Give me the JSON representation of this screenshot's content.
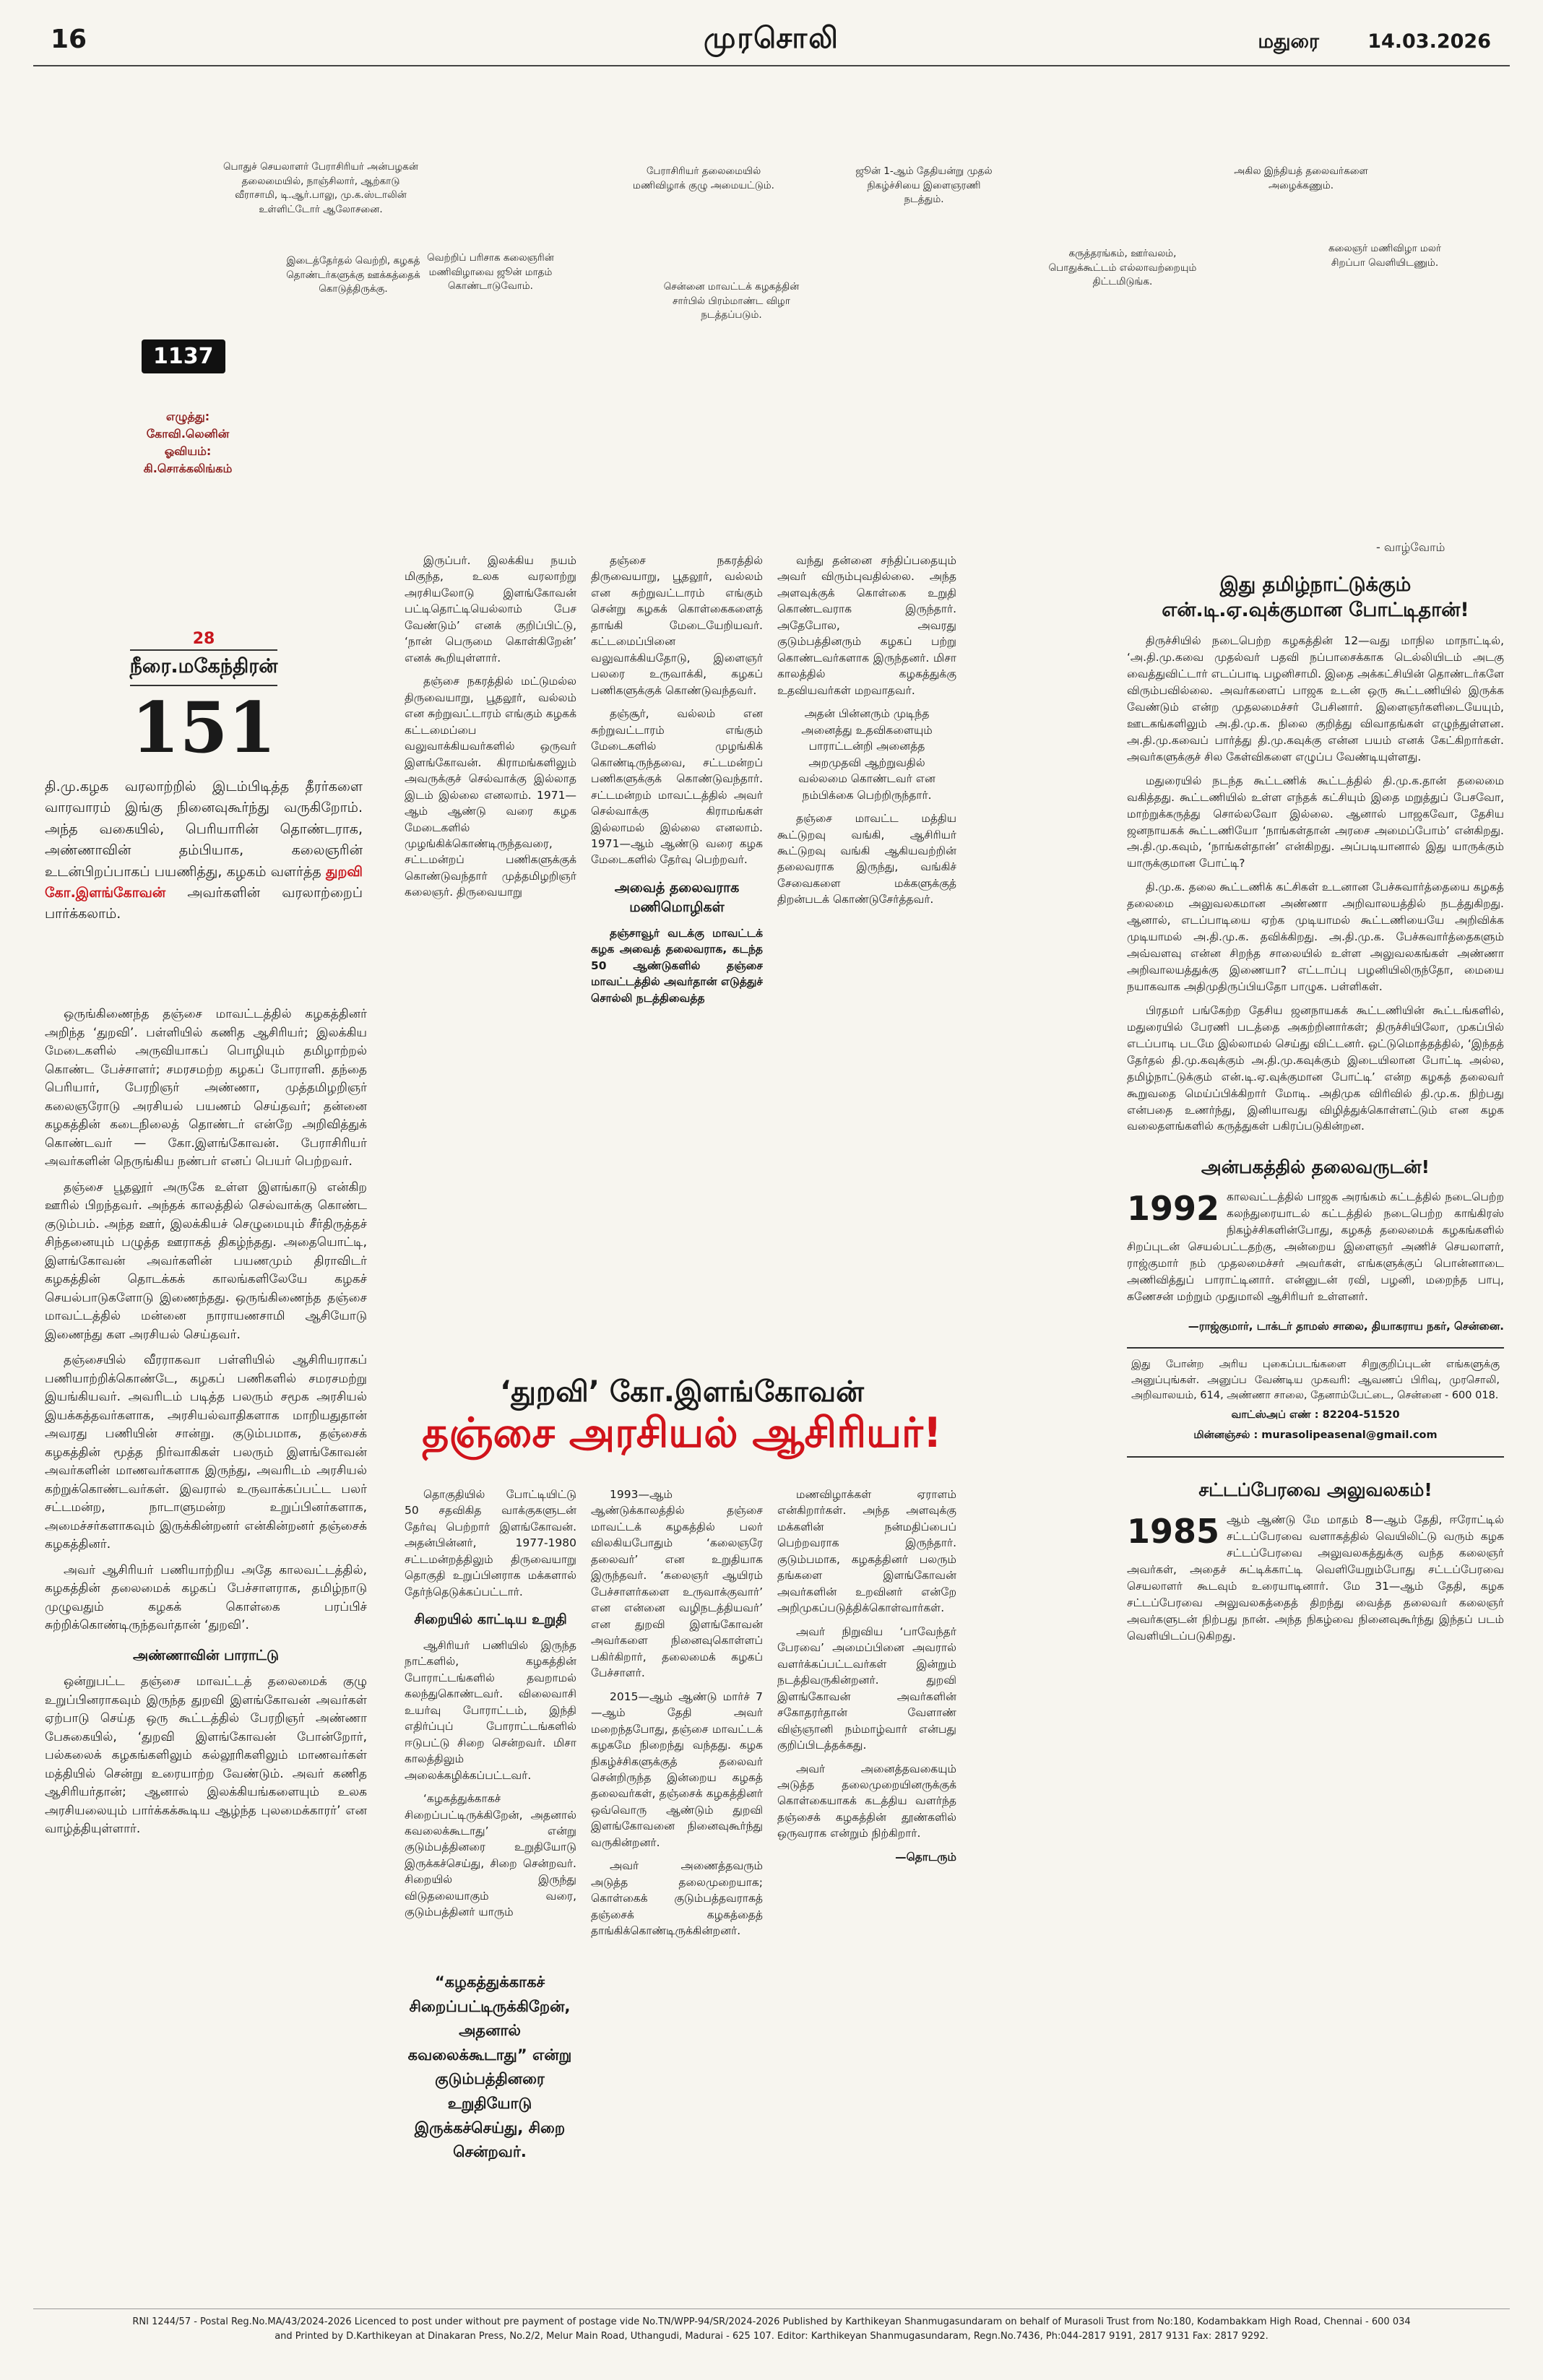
{
  "colors": {
    "accent_red": "#d1131b",
    "maroon": "#8b1d1d",
    "ink": "#1a1a1a"
  },
  "page": {
    "number": "16",
    "paper": "முரசொலி",
    "city": "மதுரை",
    "date": "14.03.2026"
  },
  "comic": {
    "number": "1137",
    "credits": {
      "writer_label": "எழுத்து:",
      "writer": "கோவி.லெனின்",
      "artist_label": "ஓவியம்:",
      "artist": "கி.சொக்கலிங்கம்"
    },
    "signoff": "- வாழ்வோம்",
    "bubbles": [
      "பொதுச் செயலாளர் பேராசிரியர் அன்பழகன் தலைமையில், நாஞ்சிலார், ஆற்காடு வீராசாமி, டி.ஆர்.பாலு, மு.க.ஸ்டாலின் உள்ளிட்டோர் ஆலோசனை.",
      "இடைத்தேர்தல் வெற்றி, கழகத் தொண்டர்களுக்கு ஊக்கத்தைக் கொடுத்திருக்கு.",
      "வெற்றிப் பரிசாக கலைஞரின் மணிவிழாவை ஜூன் மாதம் கொண்டாடுவோம்.",
      "பேராசிரியர் தலைமையில் மணிவிழாக் குழு அமையட்டும்.",
      "சென்னை மாவட்டக் கழகத்தின் சார்பில் பிரம்மாண்ட விழா நடத்தப்படும்.",
      "ஜூன் 1-ஆம் தேதியன்று முதல் நிகழ்ச்சியை இளைஞரணி நடத்தும்.",
      "கருத்தரங்கம், ஊர்வலம், பொதுக்கூட்டம் எல்லாவற்றையும் திட்டமிடுங்க.",
      "அகில இந்தியத் தலைவர்களை அழைக்கணும்.",
      "கலைஞர் மணிவிழா மலர் சிறப்பா வெளியிடணும்."
    ]
  },
  "serial": {
    "episode": "28",
    "author": "நீரை.மகேந்திரன்",
    "number": "151",
    "intro1": "தி.மு.கழக வரலாற்றில் இடம்பிடித்த தீரர்களை வாரவாரம் இங்கு நினைவுகூர்ந்து வருகிறோம். அந்த வகையில், பெரியாரின் தொண்டராக, அண்ணாவின் தம்பியாக, கலைஞரின் உடன்பிறப்பாகப் பயணித்து, கழகம் வளர்த்த ",
    "intro_highlight": "துறவி கோ.இளங்கோவன்",
    "intro2": " அவர்களின் வரலாற்றைப் பார்க்கலாம்."
  },
  "article": {
    "headline_top": "‘துறவி’ கோ.இளங்கோவன்",
    "headline_main": "தஞ்சை அரசியல் ஆசிரியர்!",
    "col1": {
      "paras": [
        "ஒருங்கிணைந்த தஞ்சை மாவட்டத்தில் கழகத்தினர் அறிந்த ‘துறவி’. பள்ளியில் கணித ஆசிரியர்; இலக்கிய மேடைகளில் அருவியாகப் பொழியும் தமிழாற்றல் கொண்ட பேச்சாளர்; சமரசமற்ற கழகப் போராளி. தந்தை பெரியார், பேரறிஞர் அண்ணா, முத்தமிழறிஞர் கலைஞரோடு அரசியல் பயணம் செய்தவர்; தன்னை கழகத்தின் கடைநிலைத் தொண்டர் என்றே அறிவித்துக் கொண்டவர் — கோ.இளங்கோவன். பேராசிரியர் அவர்களின் நெருங்கிய நண்பர் எனப் பெயர் பெற்றவர்.",
        "தஞ்சை பூதலூர் அருகே உள்ள இளங்காடு என்கிற ஊரில் பிறந்தவர். அந்தக் காலத்தில் செல்வாக்கு கொண்ட குடும்பம். அந்த ஊர், இலக்கியச் செழுமையும் சீர்திருத்தச் சிந்தனையும் பழுத்த ஊராகத் திகழ்ந்தது. அதையொட்டி, இளங்கோவன் அவர்களின் பயணமும் திராவிடர் கழகத்தின் தொடக்கக் காலங்களிலேயே கழகச் செயல்பாடுகளோடு இணைந்தது. ஒருங்கிணைந்த தஞ்சை மாவட்டத்தில் மன்னை நாராயணசாமி ஆசியோடு இணைந்து கள அரசியல் செய்தவர்.",
        "தஞ்சையில் வீரராகவா பள்ளியில் ஆசிரியராகப் பணியாற்றிக்கொண்டே, கழகப் பணிகளில் சமரசமற்று இயங்கியவர். அவரிடம் படித்த பலரும் சமூக அரசியல் இயக்கத்தவர்களாக, அரசியல்வாதிகளாக மாறியதுதான் அவரது பணியின் சான்று. குடும்பமாக, தஞ்சைக் கழகத்தின் மூத்த நிர்வாகிகள் பலரும் இளங்கோவன் அவர்களின் மாணவர்களாக இருந்து, அவரிடம் அரசியல் கற்றுக்கொண்டவர்கள். இவரால் உருவாக்கப்பட்ட பலர் சட்டமன்ற, நாடாளுமன்ற உறுப்பினர்களாக, அமைச்சர்களாகவும் இருக்கின்றனர் என்கின்றனர் தஞ்சைக் கழகத்தினர்.",
        "அவர் ஆசிரியர் பணியாற்றிய அதே காலவட்டத்தில், கழகத்தின் தலைமைக் கழகப் பேச்சாளராக, தமிழ்நாடு முழுவதும் கழகக் கொள்கை பரப்பிச் சுற்றிக்கொண்டிருந்தவர்தான் ‘துறவி’."
      ],
      "subhead": "அண்ணாவின் பாராட்டு",
      "paras2": [
        "ஒன்றுபட்ட தஞ்சை மாவட்டத் தலைமைக் குழு உறுப்பினராகவும் இருந்த துறவி இளங்கோவன் அவர்கள் ஏற்பாடு செய்த ஒரு கூட்டத்தில் பேரறிஞர் அண்ணா பேசுகையில், ‘துறவி இளங்கோவன் போன்றோர், பல்கலைக் கழகங்களிலும் கல்லூரிகளிலும் மாணவர்கள் மத்தியில் சென்று உரையாற்ற வேண்டும். அவர் கணித ஆசிரியர்தான்; ஆனால் இலக்கியங்களையும் உலக அரசியலையும் பார்க்கக்கூடிய ஆழ்ந்த புலமைக்காரர்’ என வாழ்த்தியுள்ளார்."
      ]
    },
    "c2": {
      "pre": [
        "இருப்பர். இலக்கிய நயம் மிகுந்த, உலக வரலாற்று அரசியலோடு இளங்கோவன் பட்டிதொட்டியெல்லாம் பேச வேண்டும்’ எனக் குறிப்பிட்டு, ‘நான் பெருமை கொள்கிறேன்’ எனக் கூறியுள்ளார்.",
        "தஞ்சை நகரத்தில் மட்டுமல்ல திருவையாறு, பூதலூர், வல்லம் என சுற்றுவட்டாரம் எங்கும் கழகக் கட்டமைப்பை வலுவாக்கியவர்களில் ஒருவர் இளங்கோவன். கிராமங்களிலும் அவருக்குச் செல்வாக்கு இல்லாத இடம் இல்லை எனலாம். 1971—ஆம் ஆண்டு வரை கழக மேடைகளில் முழங்கிக்கொண்டிருந்தவரை, சட்டமன்றப் பணிகளுக்குக் கொண்டுவந்தார் முத்தமிழறிஞர் கலைஞர். திருவையாறு"
      ],
      "post1": [
        "தொகுதியில் போட்டியிட்டு 50 சதவிகித வாக்குகளுடன் தேர்வு பெற்றார் இளங்கோவன். அதன்பின்னர், 1977-1980 சட்டமன்றத்திலும் திருவையாறு தொகுதி உறுப்பினராக மக்களால் தேர்ந்தெடுக்கப்பட்டார்."
      ],
      "subhead": "சிறையில் காட்டிய உறுதி",
      "post2": [
        "ஆசிரியர் பணியில் இருந்த நாட்களில், கழகத்தின் போராட்டங்களில் தவறாமல் கலந்துகொண்டவர். விலைவாசி உயர்வு போராட்டம், இந்தி எதிர்ப்புப் போராட்டங்களில் ஈடுபட்டு சிறை சென்றவர். மிசா காலத்திலும் அலைக்கழிக்கப்பட்டவர்.",
        "‘கழகத்துக்காகச் சிறைப்பட்டிருக்கிறேன், அதனால் கவலைக்கூடாது’ என்று குடும்பத்தினரை உறுதியோடு இருக்கச்செய்து, சிறை சென்றவர். சிறையில் இருந்து விடுதலையாகும் வரை, குடும்பத்தினர் யாரும்"
      ],
      "quote": "“கழகத்துக்காகச் சிறைப்பட்டிருக்கிறேன், அதனால் கவலைக்கூடாது” என்று குடும்பத்தினரை உறுதியோடு இருக்கச்செய்து, சிறை சென்றவர்."
    },
    "c3": {
      "pre": [
        "தஞ்சை நகரத்தில் திருவையாறு, பூதலூர், வல்லம் என சுற்றுவட்டாரம் எங்கும் சென்று கழகக் கொள்கைகளைத் தாங்கி மேடையேறியவர். கட்டமைப்பினை வலுவாக்கியதோடு, இளைஞர் பலரை உருவாக்கி, கழகப் பணிகளுக்குக் கொண்டுவந்தவர்.",
        "தஞ்சூர், வல்லம் என சுற்றுவட்டாரம் எங்கும் மேடைகளில் முழங்கிக் கொண்டிருந்தவை, சட்டமன்றப் பணிகளுக்குக் கொண்டுவந்தார். சட்டமன்றம் மாவட்டத்தில் அவர் செல்வாக்கு கிராமங்கள் இல்லாமல் இல்லை எனலாம். 1971—ஆம் ஆண்டு வரை கழக மேடைகளில் தேர்வு பெற்றவர்."
      ],
      "subhead": "அவைத் தலைவராக மணிமொழிகள்",
      "lead": "தஞ்சாவூர் வடக்கு மாவட்டக் கழக அவைத் தலைவராக, கடந்த 50 ஆண்டுகளில் தஞ்சை மாவட்டத்தில் அவர்தான் எடுத்துச் சொல்லி நடத்திவைத்த",
      "post": [
        "1993—ஆம் ஆண்டுக்காலத்தில் தஞ்சை மாவட்டக் கழகத்தில் பலர் விலகியபோதும் ‘கலைஞரே தலைவர்’ என உறுதியாக இருந்தவர். ‘கலைஞர் ஆயிரம் பேச்சாளர்களை உருவாக்குவார்’ என என்னை வழிநடத்தியவர்’ என துறவி இளங்கோவன் அவர்களை நினைவுகொள்ளப் பகிர்கிறார், தலைமைக் கழகப் பேச்சாளர்.",
        "2015—ஆம் ஆண்டு மார்ச் 7—ஆம் தேதி அவர் மறைந்தபோது, தஞ்சை மாவட்டக் கழகமே நிறைந்து வந்தது. கழக நிகழ்ச்சிகளுக்குத் தலைவர் சென்றிருந்த இன்றைய கழகத் தலைவர்கள், தஞ்சைக் கழகத்தினர் ஒவ்வொரு ஆண்டும் துறவி இளங்கோவனை நினைவுகூர்ந்து வருகின்றனர்.",
        "அவர் அணைத்தவரும் அடுத்த தலைமுறையாக; கொள்கைக் குடும்பத்தவராகத் தஞ்சைக் கழகத்தைத் தாங்கிக்கொண்டிருக்கின்றனர்."
      ]
    },
    "c4": {
      "pre": [
        "வந்து தன்னை சந்திப்பதையும் அவர் விரும்புவதில்லை. அந்த அளவுக்குக் கொள்கை உறுதி கொண்டவராக இருந்தார். அதேபோல, அவரது குடும்பத்தினரும் கழகப் பற்று கொண்டவர்களாக இருந்தனர். மிசா காலத்தில் கழகத்துக்கு உதவியவர்கள் மறவாதவர்.",
        "அதன் பின்னரும் முடிந்த அனைத்து உதவிகளையும் பாராட்டன்றி அனைத்த அறமுதவி ஆற்றுவதில் வல்லமை கொண்டவர் என நம்பிக்கை பெற்றிருந்தார்.",
        "தஞ்சை மாவட்ட மத்திய கூட்டுறவு வங்கி, ஆசிரியர் கூட்டுறவு வங்கி ஆகியவற்றின் தலைவராக இருந்து, வங்கிச் சேவைகளை மக்களுக்குத் திறன்படக் கொண்டுசேர்த்தவர்."
      ],
      "post": [
        "மணவிழாக்கள் ஏராளம் என்கிறார்கள். அந்த அளவுக்கு மக்களின் நன்மதிப்பைப் பெற்றவராக இருந்தார். குடும்பமாக, கழகத்தினர் பலரும் தங்களை இளங்கோவன் அவர்களின் உறவினர் என்றே அறிமுகப்படுத்திக்கொள்வார்கள்.",
        "அவர் நிறுவிய ‘பாவேந்தர் பேரவை’ அமைப்பினை அவரால் வளர்க்கப்பட்டவர்கள் இன்றும் நடத்திவருகின்றனர். துறவி இளங்கோவன் அவர்களின் சகோதரர்தான் வேளாண் விஞ்ஞானி நம்மாழ்வார் என்பது குறிப்பிடத்தக்கது.",
        "அவர் அனைத்தவகையும் அடுத்த தலைமுறையினருக்குக் கொள்கையாகக் கடத்திய வளர்ந்த தஞ்சைக் கழகத்தின் தூண்களில் ஒருவராக என்றும் நிற்கிறார்."
      ],
      "continued": "—தொடரும்"
    }
  },
  "opinion": {
    "headline1": "இது தமிழ்நாட்டுக்கும்",
    "headline2": "என்.டி.ஏ.வுக்குமான போட்டிதான்!",
    "paras": [
      "திருச்சியில் நடைபெற்ற கழகத்தின் 12—வது மாநில மாநாட்டில், ‘அ.தி.மு.கவை முதல்வர் பதவி நப்பாசைக்காக டெல்லியிடம் அடகு வைத்துவிட்டார் எடப்பாடி பழனிசாமி. இதை அக்கட்சியின் தொண்டர்களே விரும்பவில்லை. அவர்களைப் பாஜக உடன் ஒரு கூட்டணியில் இருக்க வேண்டும் என்ற முதலமைச்சர் பேசினார். இளைஞர்களிடையேயும், ஊடகங்களிலும் அ.தி.மு.க. நிலை குறித்து விவாதங்கள் எழுந்துள்ளன. அ.தி.மு.கவைப் பார்த்து தி.மு.கவுக்கு என்ன பயம் எனக் கேட்கிறார்கள். அவர்களுக்குச் சில கேள்விகளை எழுப்ப வேண்டியுள்ளது.",
      "மதுரையில் நடந்த கூட்டணிக் கூட்டத்தில் தி.மு.க.தான் தலைமை வகித்தது. கூட்டணியில் உள்ள எந்தக் கட்சியும் இதை மறுத்துப் பேசவோ, மாற்றுக்கருத்து சொல்லவோ இல்லை. ஆனால் பாஜகவோ, தேசிய ஜனநாயகக் கூட்டணியோ ‘நாங்கள்தான் அரசை அமைப்போம்’ என்கிறது. அ.தி.மு.கவும், ‘நாங்கள்தான்’ என்கிறது. அப்படியானால் இது யாருக்கும் யாருக்குமான போட்டி?",
      "தி.மு.க. தலை கூட்டணிக் கட்சிகள் உடனான பேச்சுவார்த்தையை கழகத் தலைமை அலுவலகமான அண்ணா அறிவாலயத்தில் நடத்துகிறது. ஆனால், எடப்பாடியை ஏற்க முடியாமல் கூட்டணியையே அறிவிக்க முடியாமல் அ.தி.மு.க. தவிக்கிறது. அ.தி.மு.க. பேச்சுவார்த்தைகளும் அவ்வளவு என்ன சிறந்த சாலையில் உள்ள அலுவலகங்கள் அண்ணா அறிவாலயத்துக்கு இணையா? எட்டாப்பு பழனியிலிருந்தோ, மையை நயாகவாக அதிமுதிருப்பியதோ பாழுக. பள்ளிகள்.",
      "பிரதமர் பங்கேற்ற தேசிய ஜனநாயகக் கூட்டணியின் கூட்டங்களில், மதுரையில் பேரணி படத்தை அகற்றினார்கள்; திருச்சியிலோ, முகப்பில் எடப்பாடி படமே இல்லாமல் செய்து விட்டனர். ஒட்டுமொத்தத்தில், ‘இந்தத் தேர்தல் தி.மு.கவுக்கும் அ.தி.மு.கவுக்கும் இடையிலான போட்டி அல்ல, தமிழ்நாட்டுக்கும் என்.டி.ஏ.வுக்குமான போட்டி’ என்ற கழகத் தலைவர் கூறுவதை மெய்ப்பிக்கிறார் மோடி. அதிமுக விரிவில் தி.மு.க. நிற்பது என்பதை உணர்ந்து, இனியாவது விழித்துக்கொள்ளட்டும் என கழக வலைதளங்களில் கருத்துகள் பகிரப்படுகின்றன."
    ],
    "memory1_title": "அன்பகத்தில் தலைவருடன்!",
    "memory1_year": "1992",
    "memory1_paras": [
      "காலவட்டத்தில் பாஜக அரங்கம் கட்டத்தில் நடைபெற்ற கலந்துரையாடல் கட்டத்தில் நடைபெற்ற காங்கிரஸ் நிகழ்ச்சிகளின்போது, கழகத் தலைமைக் கழகங்களில் சிறப்புடன் செயல்பட்டதற்கு, அன்றைய இளைஞர் அணிச் செயலாளர், ராஜ்குமார் நம் முதலமைச்சர் அவர்கள், எங்களுக்குப் பொன்னாடை அணிவித்துப் பாராட்டினார். என்னுடன் ரவி, பழனி, மறைந்த பாபு, கணேசன் மற்றும் முதுமாலி ஆசிரியர் உள்ளனர்."
    ],
    "signature": "—ராஜ்குமார், டாக்டர் தாமஸ் சாலை, தியாகராய நகர், சென்னை.",
    "notice": "இது போன்ற அரிய புகைப்படங்களை சிறுகுறிப்புடன் எங்களுக்கு அனுப்புங்கள். அனுப்ப வேண்டிய முகவரி: ஆவணப் பிரிவு, முரசொலி, அறிவாலயம், 614, அண்ணா சாலை, தேனாம்பேட்டை, சென்னை - 600 018.",
    "whatsapp": "வாட்ஸ்அப் எண் : 82204-51520",
    "email": "மின்னஞ்சல் : murasolipeasenal@gmail.com",
    "memory2_title": "சட்டப்பேரவை அலுவலகம்!",
    "memory2_year": "1985",
    "memory2_paras": [
      "ஆம் ஆண்டு மே மாதம் 8—ஆம் தேதி, ஈரோட்டில் சட்டப்பேரவை வளாகத்தில் வெயிலிட்டு வரும் கழக சட்டப்பேரவை அலுவலகத்துக்கு வந்த கலைஞர் அவர்கள், அதைச் சுட்டிக்காட்டி வெளியேறும்போது சட்டப்பேரவை செயலாளர் கூடவும் உரையாடினார். மே 31—ஆம் தேதி, கழக சட்டப்பேரவை அலுவலகத்தைத் திறந்து வைத்த தலைவர் கலைஞர் அவர்களுடன் நிற்பது நான். அந்த நிகழ்வை நினைவுகூர்ந்து இந்தப் படம் வெளியிடப்படுகிறது."
    ]
  },
  "footer": {
    "line1": "RNI 1244/57 - Postal Reg.No.MA/43/2024-2026 Licenced to post under without pre payment of postage vide No.TN/WPP-94/SR/2024-2026 Published by Karthikeyan Shanmugasundaram on behalf of Murasoli Trust from No:180, Kodambakkam High Road, Chennai - 600 034",
    "line2": "and Printed by D.Karthikeyan at Dinakaran Press, No.2/2, Melur Main Road, Uthangudi, Madurai - 625 107. Editor: Karthikeyan Shanmugasundaram, Regn.No.7436, Ph:044-2817 9191, 2817 9131 Fax: 2817 9292."
  }
}
